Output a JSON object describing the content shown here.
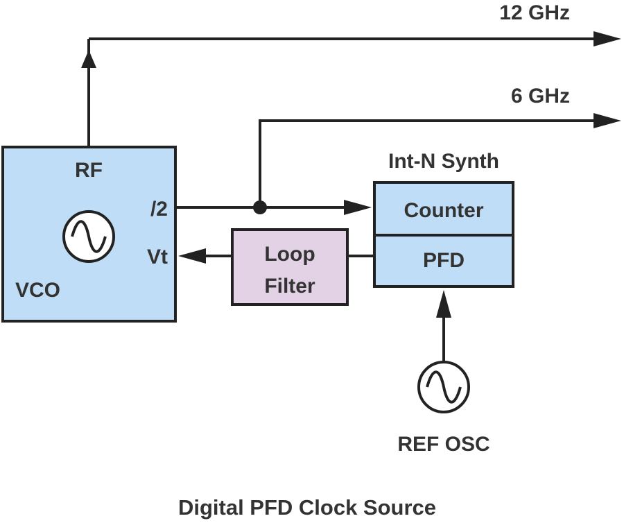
{
  "diagram": {
    "caption": "Digital PFD Clock Source",
    "colors": {
      "block_blue": "#BFDDF6",
      "block_lilac": "#E3D2E5",
      "line": "#222222",
      "text": "#333333"
    },
    "vco": {
      "label": "VCO",
      "rf_port": "RF",
      "div2_port": "/2",
      "vt_port": "Vt",
      "icon": "sine-wave-icon"
    },
    "loop_filter": {
      "line1": "Loop",
      "line2": "Filter"
    },
    "synth": {
      "title": "Int-N Synth",
      "counter": "Counter",
      "pfd": "PFD"
    },
    "ref_osc": {
      "label": "REF OSC",
      "icon": "sine-wave-icon"
    },
    "outputs": {
      "out_12": "12 GHz",
      "out_6": "6 GHz"
    }
  }
}
